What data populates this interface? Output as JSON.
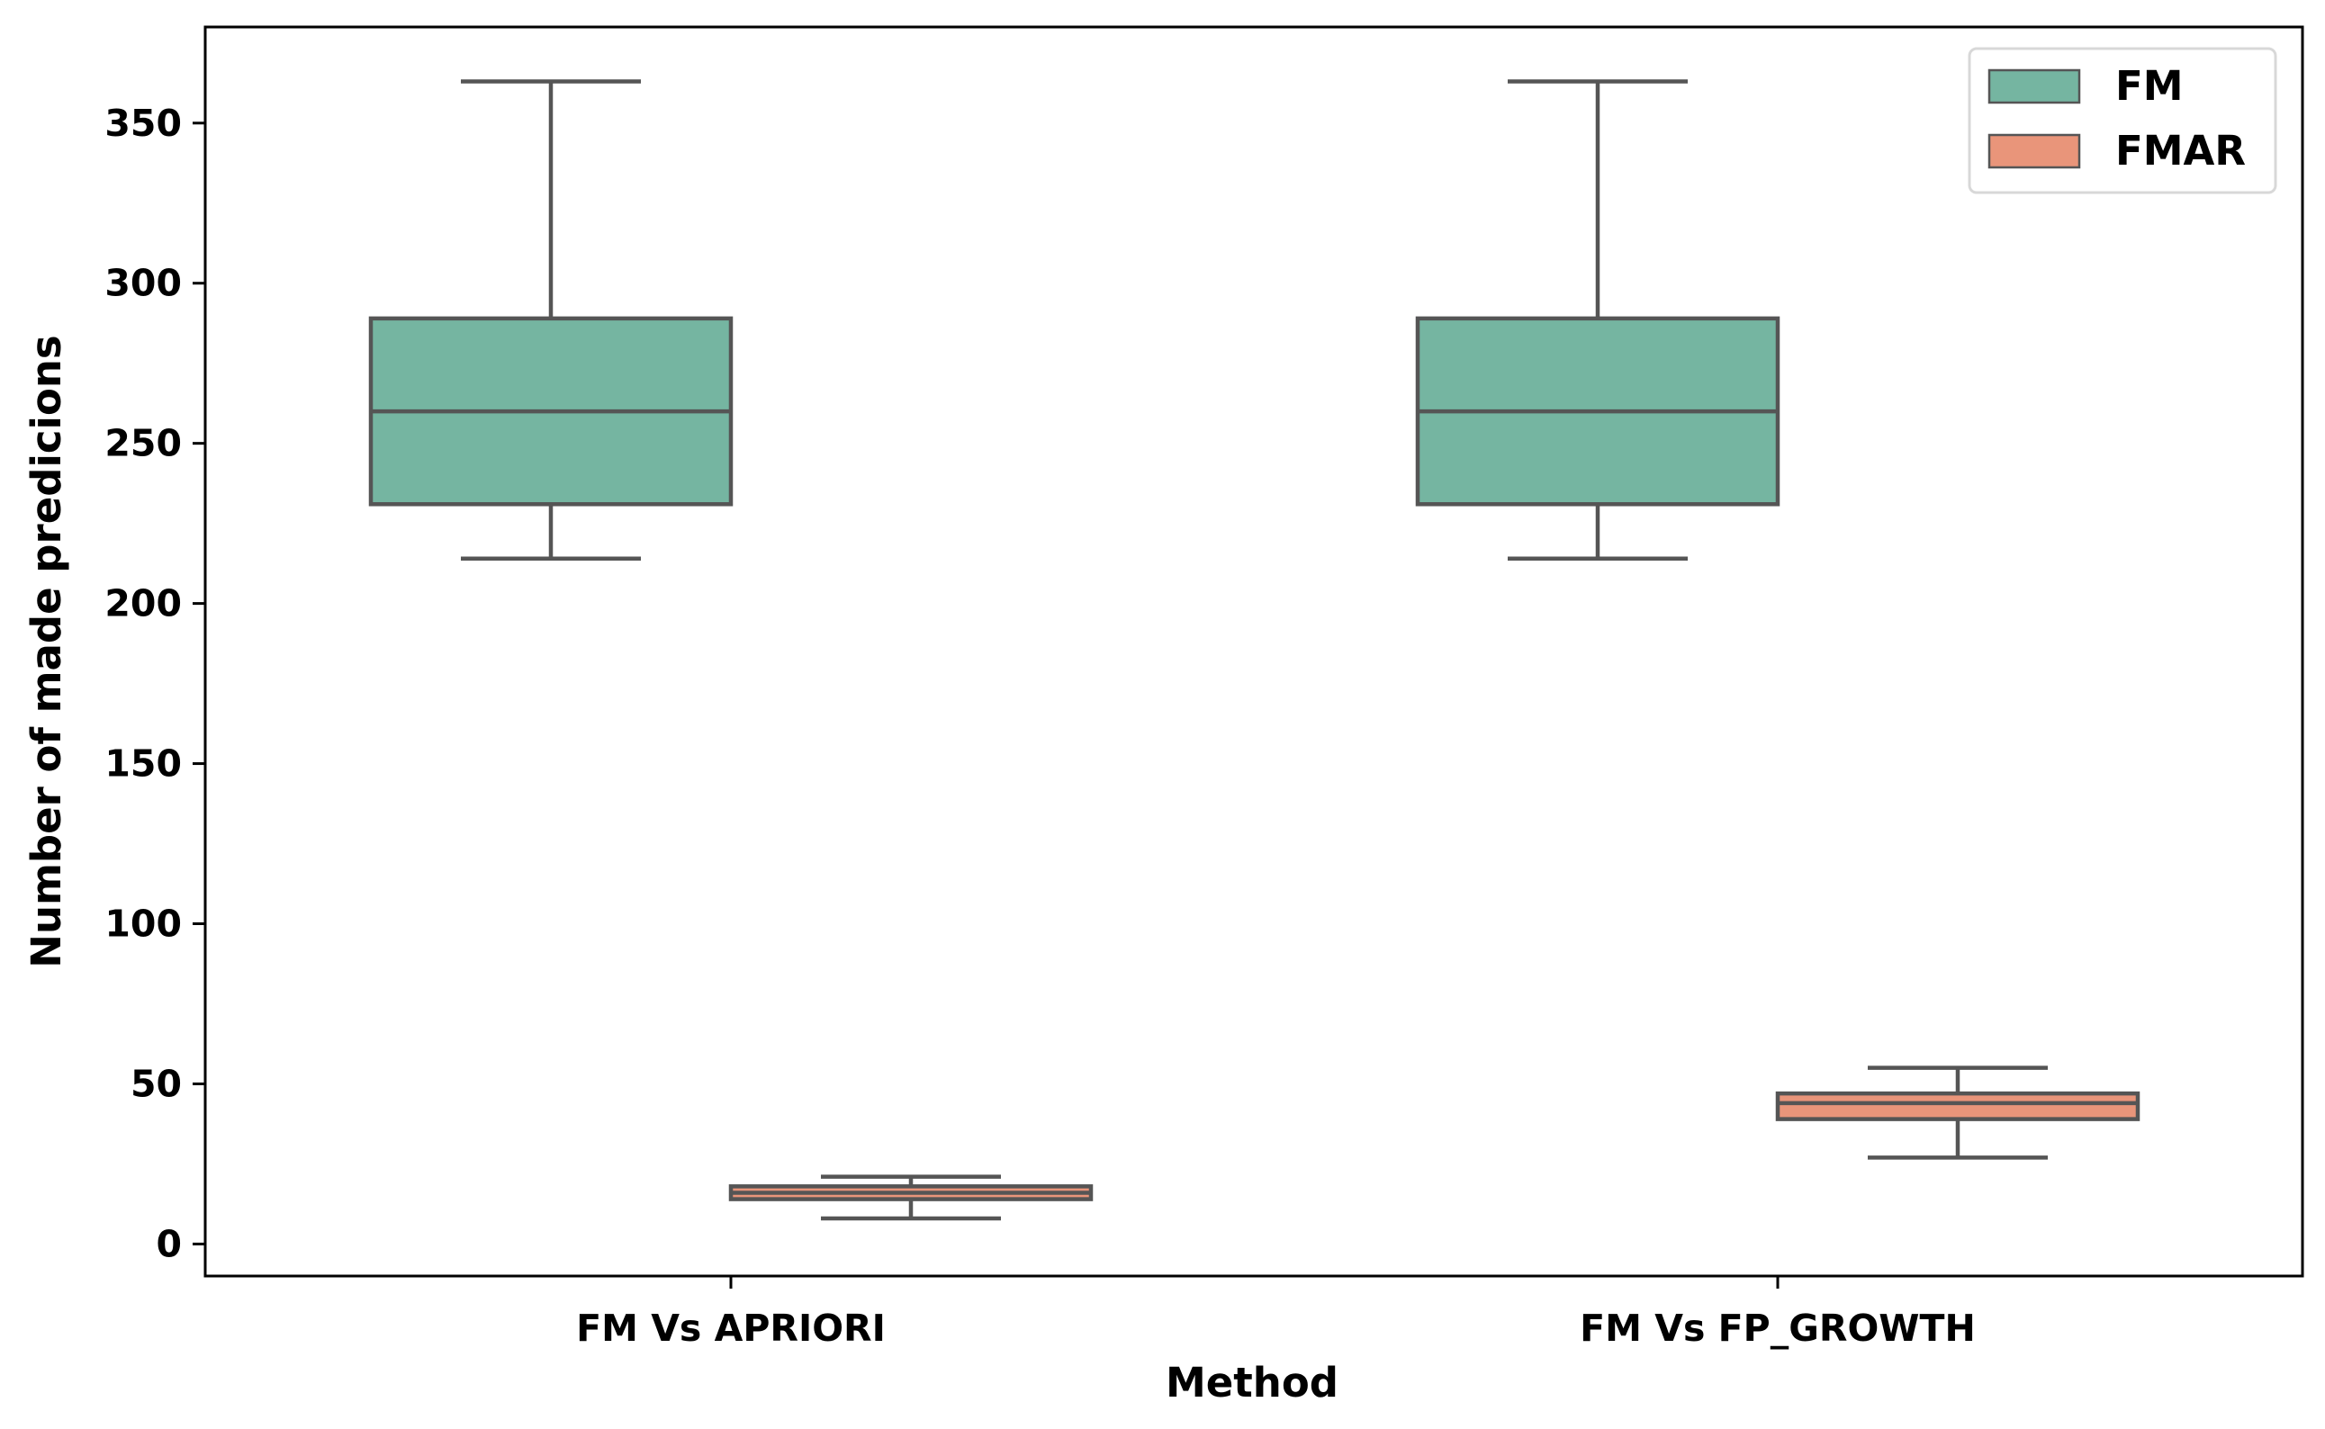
{
  "chart_data": {
    "type": "boxplot",
    "categories": [
      "FM Vs APRIORI",
      "FM Vs FP_GROWTH"
    ],
    "xlabel": "Method",
    "ylabel": "Number of made predicions",
    "ylim": [
      -10,
      380
    ],
    "yticks": [
      0,
      50,
      100,
      150,
      200,
      250,
      300,
      350
    ],
    "ytick_labels": [
      "0",
      "50",
      "100",
      "150",
      "200",
      "250",
      "300",
      "350"
    ],
    "legend": {
      "placement": "top-right",
      "entries": [
        "FM",
        "FMAR"
      ]
    },
    "series": [
      {
        "name": "FM",
        "color": "#75b5a1",
        "boxes": [
          {
            "whisker_low": 214,
            "q1": 231,
            "median": 260,
            "q3": 289,
            "whisker_high": 363
          },
          {
            "whisker_low": 214,
            "q1": 231,
            "median": 260,
            "q3": 289,
            "whisker_high": 363
          }
        ]
      },
      {
        "name": "FMAR",
        "color": "#e9957a",
        "boxes": [
          {
            "whisker_low": 8,
            "q1": 14,
            "median": 16,
            "q3": 18,
            "whisker_high": 21
          },
          {
            "whisker_low": 27,
            "q1": 39,
            "median": 44,
            "q3": 47,
            "whisker_high": 55
          }
        ]
      }
    ],
    "edge_color": "#555555"
  }
}
